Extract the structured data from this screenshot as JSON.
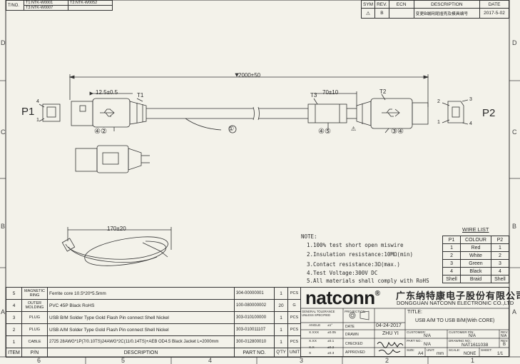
{
  "top_left": {
    "label": "T/NO.",
    "t1": "T1:NTK-W0001",
    "t2": "T2:NTK-W0052",
    "t3": "T3:NTK-W0007"
  },
  "revision": {
    "headers": [
      "SYM",
      "REV.",
      "ECN",
      "DESCRIPTION",
      "DATE"
    ],
    "row": {
      "sym": "A",
      "rev": "B",
      "ecn": "",
      "description": "变更B端网尾插壳及模具编号",
      "date": "2017-5-02"
    }
  },
  "zones": {
    "left": [
      "D",
      "C",
      "B",
      "A"
    ],
    "right": [
      "D",
      "C",
      "B",
      "A"
    ],
    "bottom": [
      "6",
      "5",
      "4",
      "3",
      "2",
      "1"
    ]
  },
  "drawing": {
    "length": "2000±50",
    "dim_a": "12.5±0.5",
    "dim_b": "70±10",
    "coil_length": "170±20",
    "t1": "T1",
    "t2": "T2",
    "t3": "T3",
    "p1": "P1",
    "p2": "P2",
    "pin_p1": [
      "4",
      "1"
    ],
    "pin_p2": [
      "2",
      "3",
      "1",
      "4"
    ],
    "balloons": {
      "b42": "④②",
      "b1": "①",
      "b45": "④⑤",
      "b34": "③④"
    },
    "warning": "⚠"
  },
  "notes": {
    "title": "NOTE:",
    "items": [
      "1.100% test short open miswire",
      "2.Insulation resistance:10MΩ(min)",
      "3.Contact resistance:3Ω(max.)",
      "4.Test Voltage:300V DC",
      "5.All materials shall comply with RoHS"
    ]
  },
  "wire_list": {
    "title": "WIRE LIST",
    "headers": [
      "P1",
      "COLOUR",
      "P2"
    ],
    "rows": [
      [
        "1",
        "Red",
        "1"
      ],
      [
        "2",
        "White",
        "2"
      ],
      [
        "3",
        "Green",
        "3"
      ],
      [
        "4",
        "Black",
        "4"
      ],
      [
        "Shell",
        "Braid",
        "Shell"
      ]
    ]
  },
  "bom": {
    "headers": {
      "item": "ITEM",
      "pn": "P/N",
      "desc": "DESCRIPTION",
      "part": "PART NO.",
      "qty": "Q'TY",
      "unit": "UNIT"
    },
    "rows": [
      {
        "item": "5",
        "pn": "MAGNETIC RING",
        "desc": "Ferrite core 10.5*20*5.5mm",
        "part": "304-00000001",
        "qty": "1",
        "unit": "PCS"
      },
      {
        "item": "4",
        "pn": "OUTER MOLDING",
        "desc": "PVC 45P Black RoHS",
        "part": "100-080000002",
        "qty": "20",
        "unit": "G"
      },
      {
        "item": "3",
        "pn": "PLUG",
        "desc": "USB B/M Solder Type Gold Flash Pin connect Shell Nickel",
        "part": "303-010100000",
        "qty": "1",
        "unit": "PCS"
      },
      {
        "item": "2",
        "pn": "PLUG",
        "desc": "USB A/M Solder Type Gold Flash Pin connect Shell Nickel",
        "part": "303-010011107",
        "qty": "1",
        "unit": "PCS"
      },
      {
        "item": "1",
        "pn": "CABLE",
        "desc": "2725 28AWG*1P(7/0.10TS)24AWG*2C(11/0.14TS)+AEB OD4.5 Black Jacket L=2000mm",
        "part": "300-012800010",
        "qty": "1",
        "unit": "PCS"
      }
    ]
  },
  "title_block": {
    "brand": "natconn",
    "reg": "®",
    "company_cn": "广东纳特康电子股份有限公司",
    "company_en": "DONGGUAN NATCONN ELECTRONIC CO.,LTD",
    "tolerance_label": "GENERAL TOLERANCE UNLESS SPECIFIED",
    "projection_label": "PROJECTION",
    "tolerances": [
      {
        "k": "ANGLE",
        "v": "±1°"
      },
      {
        "k": "X.XXX",
        "v": "±0.05"
      },
      {
        "k": "X.XX",
        "v": "±0.1"
      },
      {
        "k": "X.X",
        "v": "±0.2"
      },
      {
        "k": "X",
        "v": "±0.3"
      }
    ],
    "date_label": "DATE",
    "date_value": "04-24-2017",
    "drawn_label": "DRAWN",
    "drawn_value": "ZHU YI",
    "checked_label": "CHECKED",
    "approved_label": "APPROVED",
    "title_label": "TITLE:",
    "title_value": "USB A/M TO USB B/M(With CORE)",
    "customer_label": "CUSTOMER:",
    "customer_value": "N/A",
    "customer_pn_label": "CUSTOMER P/N:",
    "customer_pn_value": "N/A",
    "rev_label": "REV:",
    "rev_value_1": "N/A",
    "part_no_label": "PART NO.:",
    "part_no_value": "N/A",
    "drawing_no_label": "DRAWING NO.:",
    "drawing_no_value": "NAT1611038",
    "rev_value_2": "B",
    "size_label": "SIZE:",
    "size_value": "A4",
    "unit_label": "UNIT:",
    "unit_value": "mm",
    "scale_label": "SCALE:",
    "scale_value": "NONE",
    "sheet_label": "SHEET:",
    "sheet_value": "1/1"
  }
}
